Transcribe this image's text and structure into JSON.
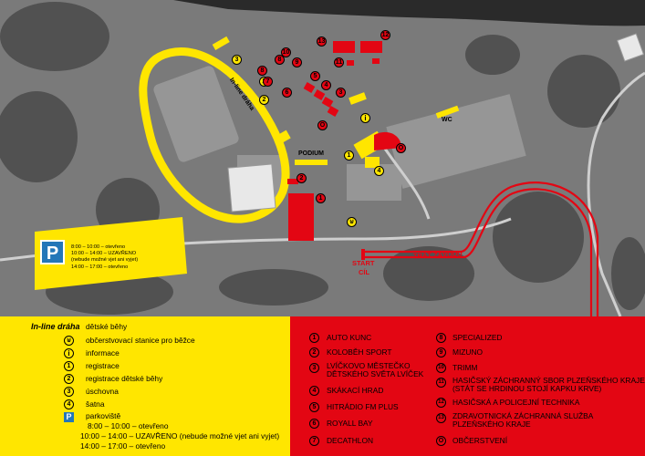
{
  "map": {
    "parking_letter": "P",
    "parking_hours": [
      "8:00 – 10:00 – otevřeno",
      "10:00 – 14:00 – UZAVŘENO",
      "(nebude možné vjet ani vyjet)",
      "14:00 – 17:00 – otevřeno"
    ],
    "labels": {
      "inline": "In-line dráha",
      "podium": "PODIUM",
      "wc": "WC",
      "trat": "TRAŤ ZÁVODU",
      "start": "START",
      "cil": "CÍL"
    },
    "markers_yellow": [
      "1",
      "2",
      "2",
      "3",
      "4"
    ],
    "markers_red": [
      "1",
      "2",
      "3",
      "4",
      "5",
      "6",
      "7",
      "8",
      "9",
      "10",
      "11",
      "12",
      "13",
      "O",
      "O"
    ]
  },
  "legend_yellow": {
    "inline_label": "In-line dráha",
    "rows": [
      {
        "icon": "",
        "text": "dětské běhy"
      },
      {
        "icon": "cup",
        "text": "občerstvovací stanice pro běžce"
      },
      {
        "icon": "info",
        "text": "informace"
      },
      {
        "icon": "1",
        "text": "registrace"
      },
      {
        "icon": "2",
        "text": "registrace dětské běhy"
      },
      {
        "icon": "3",
        "text": "úschovna"
      },
      {
        "icon": "4",
        "text": "šatna"
      },
      {
        "icon": "P",
        "text": "parkoviště"
      }
    ],
    "parking_hours": [
      "8:00 – 10:00 – otevřeno",
      "10:00 – 14:00 – UZAVŘENO (nebude možné vjet ani vyjet)",
      "14:00 – 17:00 – otevřeno"
    ]
  },
  "legend_red": {
    "col1": [
      {
        "num": "1",
        "lines": [
          "AUTO KUNC"
        ]
      },
      {
        "num": "2",
        "lines": [
          "KOLOBĚH SPORT"
        ]
      },
      {
        "num": "3",
        "lines": [
          "LVÍČKOVO MĚSTEČKO",
          "DĚTSKÉHO SVĚTA LVÍČEK"
        ]
      },
      {
        "num": "4",
        "lines": [
          "SKÁKACÍ HRAD"
        ]
      },
      {
        "num": "5",
        "lines": [
          "HITRÁDIO FM PLUS"
        ]
      },
      {
        "num": "6",
        "lines": [
          "ROYALL BAY"
        ]
      },
      {
        "num": "7",
        "lines": [
          "DECATHLON"
        ]
      }
    ],
    "col2": [
      {
        "num": "8",
        "lines": [
          "SPECIALIZED"
        ]
      },
      {
        "num": "9",
        "lines": [
          "MIZUNO"
        ]
      },
      {
        "num": "10",
        "lines": [
          "TRIMM"
        ]
      },
      {
        "num": "11",
        "lines": [
          "HASIČSKÝ ZÁCHRANNÝ SBOR PLZEŇSKÉHO KRAJE",
          "(STÁT SE HRDINOU STOJÍ KAPKU KRVE)"
        ]
      },
      {
        "num": "12",
        "lines": [
          "HASIČSKÁ A POLICEJNÍ TECHNIKA"
        ]
      },
      {
        "num": "13",
        "lines": [
          "ZDRAVOTNICKÁ ZÁCHRANNÁ SLUŽBA",
          "PLZEŇSKÉHO KRAJE"
        ]
      },
      {
        "num": "O",
        "lines": [
          "OBČERSTVENÍ"
        ]
      }
    ]
  },
  "colors": {
    "yellow": "#ffe600",
    "red": "#e30613",
    "parking_blue": "#2477b8",
    "map_grey": "#7a7a7a"
  }
}
